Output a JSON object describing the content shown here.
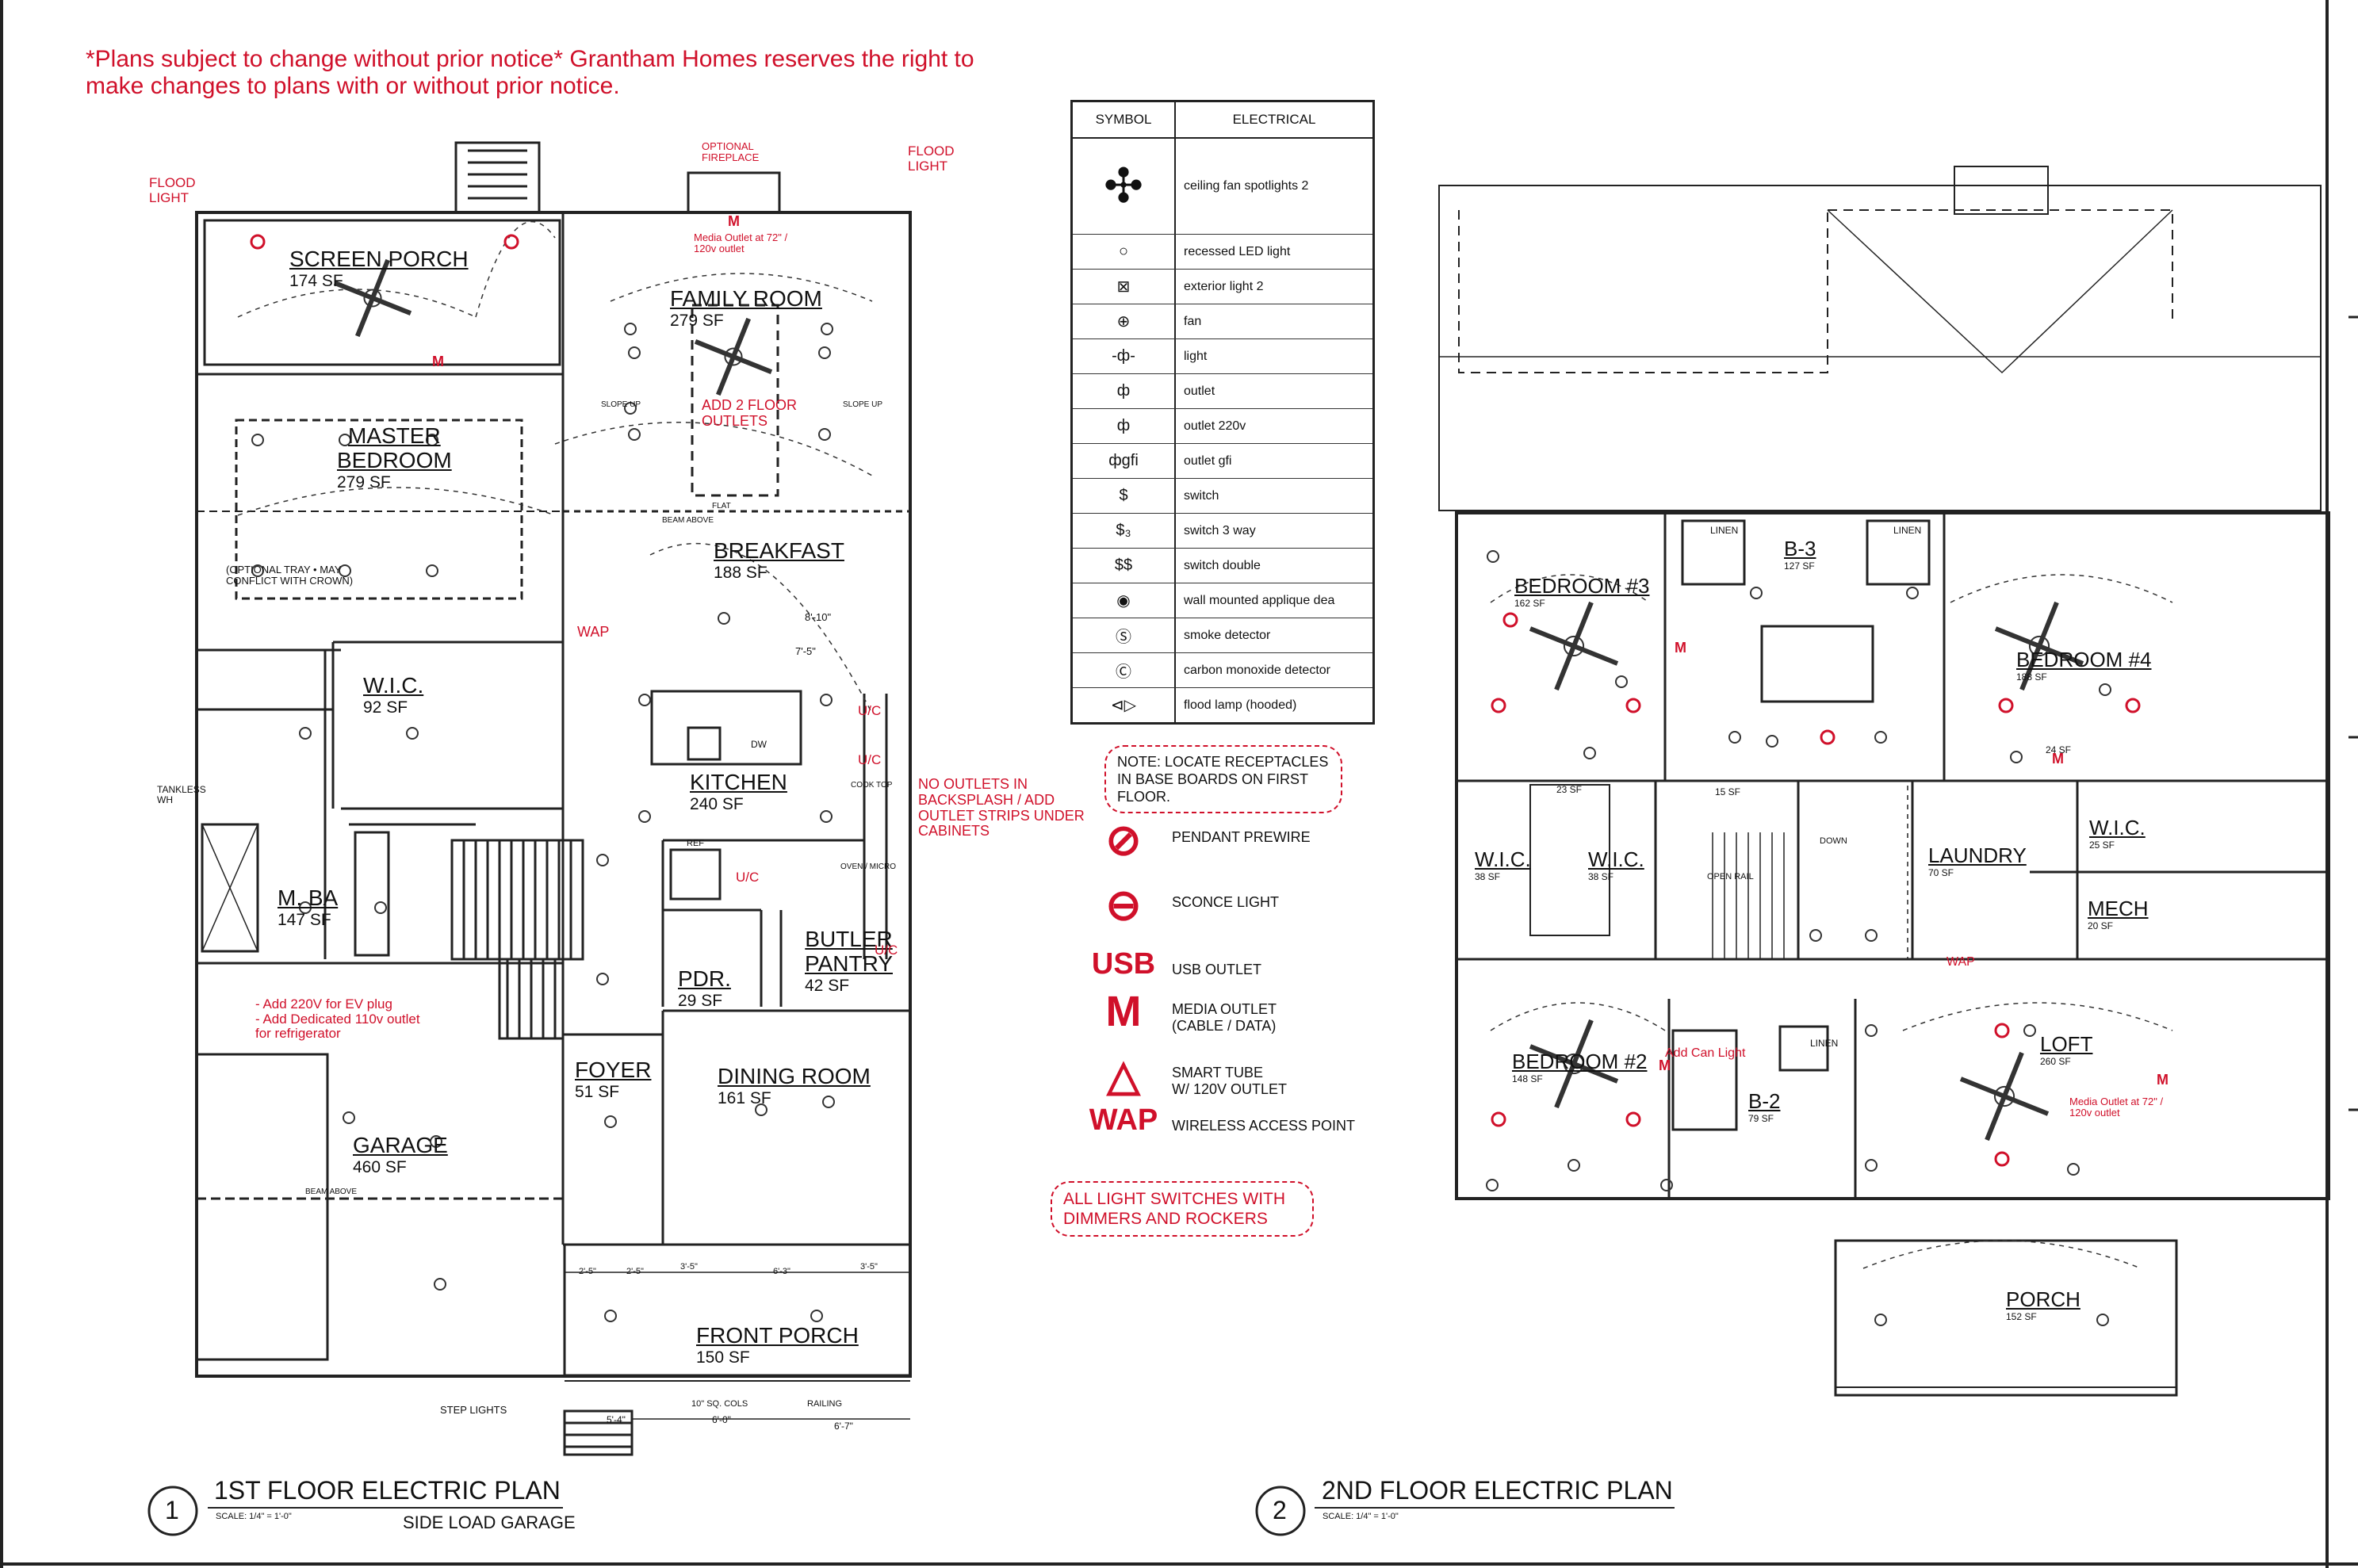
{
  "notice": "*Plans subject to change without prior notice* Grantham Homes reserves the right to make changes to plans with or without prior notice.",
  "legend": {
    "header_symbol": "SYMBOL",
    "header_electrical": "ELECTRICAL",
    "rows": [
      {
        "icon": "ceiling-fan-icon",
        "glyph": "✣",
        "label": "ceiling fan spotlights 2"
      },
      {
        "icon": "recessed-light-icon",
        "glyph": "○",
        "label": "recessed LED light"
      },
      {
        "icon": "exterior-light-icon",
        "glyph": "⊠",
        "label": "exterior light 2"
      },
      {
        "icon": "fan-icon",
        "glyph": "⊕",
        "label": "fan"
      },
      {
        "icon": "light-icon",
        "glyph": "-ф-",
        "label": "light"
      },
      {
        "icon": "outlet-icon",
        "glyph": "ф",
        "label": "outlet"
      },
      {
        "icon": "outlet-220v-icon",
        "glyph": "ф",
        "label": "outlet 220v"
      },
      {
        "icon": "outlet-gfi-icon",
        "glyph": "фgfi",
        "label": "outlet gfi"
      },
      {
        "icon": "switch-icon",
        "glyph": "$",
        "label": "switch"
      },
      {
        "icon": "switch-3way-icon",
        "glyph": "$₃",
        "label": "switch 3 way"
      },
      {
        "icon": "switch-double-icon",
        "glyph": "$$",
        "label": "switch double"
      },
      {
        "icon": "wall-applique-icon",
        "glyph": "◉",
        "label": "wall mounted applique dea"
      },
      {
        "icon": "smoke-detector-icon",
        "glyph": "Ⓢ",
        "label": "smoke detector"
      },
      {
        "icon": "co-detector-icon",
        "glyph": "Ⓒ",
        "label": "carbon monoxide detector"
      },
      {
        "icon": "flood-lamp-icon",
        "glyph": "⊲▷",
        "label": "flood lamp (hooded)"
      }
    ],
    "note": "NOTE: LOCATE RECEPTACLES IN BASE BOARDS ON FIRST FLOOR.",
    "specials": [
      {
        "symbol": "⊘",
        "label": "PENDANT PREWIRE"
      },
      {
        "symbol": "⊖",
        "label": "SCONCE LIGHT"
      },
      {
        "symbol": "USB",
        "label": "USB OUTLET"
      },
      {
        "symbol": "M",
        "label": "MEDIA OUTLET\n(CABLE / DATA)"
      },
      {
        "symbol": "△",
        "label": "SMART TUBE\nW/ 120V OUTLET"
      },
      {
        "symbol": "WAP",
        "label": "WIRELESS ACCESS POINT"
      }
    ],
    "switch_note": "ALL LIGHT SWITCHES WITH DIMMERS AND ROCKERS"
  },
  "floor1": {
    "number": "1",
    "title": "1ST FLOOR ELECTRIC PLAN",
    "scale": "SCALE: 1/4\" = 1'-0\"",
    "subtitle": "SIDE LOAD GARAGE",
    "rooms": [
      {
        "name": "SCREEN PORCH",
        "area": "174 SF"
      },
      {
        "name": "FAMILY ROOM",
        "area": "279 SF"
      },
      {
        "name": "MASTER\nBEDROOM",
        "area": "279 SF"
      },
      {
        "name": "BREAKFAST",
        "area": "188 SF"
      },
      {
        "name": "W.I.C.",
        "area": "92 SF"
      },
      {
        "name": "KITCHEN",
        "area": "240 SF"
      },
      {
        "name": "M. BA",
        "area": "147 SF"
      },
      {
        "name": "BUTLER\nPANTRY",
        "area": "42 SF"
      },
      {
        "name": "PDR.",
        "area": "29 SF"
      },
      {
        "name": "FOYER",
        "area": "51 SF"
      },
      {
        "name": "DINING ROOM",
        "area": "161 SF"
      },
      {
        "name": "GARAGE",
        "area": "460 SF"
      },
      {
        "name": "FRONT PORCH",
        "area": "150 SF"
      }
    ],
    "notes": {
      "flood_light_left": "FLOOD\nLIGHT",
      "flood_light_right": "FLOOD\nLIGHT",
      "optional_fireplace": "OPTIONAL\nFIREPLACE",
      "media_outlet": "Media Outlet at 72\" /\n120v outlet",
      "add_floor_outlets": "ADD 2 FLOOR\nOUTLETS",
      "slope_up_left": "SLOPE UP",
      "slope_up_right": "SLOPE UP",
      "flat": "FLAT",
      "beam_above": "BEAM ABOVE",
      "tray": "(OPTIONAL TRAY • MAY\nCONFLICT WITH CROWN)",
      "wap": "WAP",
      "dim_8_10": "8'-10\"",
      "dim_7_5": "7'-5\"",
      "uc1": "U/C",
      "uc2": "U/C",
      "uc3": "U/C",
      "uc4": "U/C",
      "cook_top": "COOK TOP",
      "oven_micro": "OVEN / MICRO",
      "dw": "DW",
      "ref": "REF",
      "no_outlets": "NO OUTLETS IN\nBACKSPLASH / ADD\nOUTLET STRIPS UNDER\nCABINETS",
      "tankless": "TANKLESS\nWH",
      "garage_notes": "- Add 220V for EV plug\n- Add Dedicated 110v outlet\nfor refrigerator",
      "garage_beam": "BEAM ABOVE",
      "step_lights": "STEP LIGHTS",
      "cols": "10\" SQ. COLS",
      "railing": "RAILING",
      "dim_6_0": "6'-0\"",
      "dim_6_7": "6'-7\"",
      "dim_5_4": "5'-4\"",
      "dim_2_5a": "2'-5\"",
      "dim_2_5b": "2'-5\"",
      "dim_3_5a": "3'-5\"",
      "dim_6_3": "6'-3\"",
      "dim_3_5b": "3'-5\""
    }
  },
  "floor2": {
    "number": "2",
    "title": "2ND FLOOR ELECTRIC PLAN",
    "scale": "SCALE: 1/4\" = 1'-0\"",
    "rooms": [
      {
        "name": "BEDROOM #3",
        "area": "162 SF"
      },
      {
        "name": "B-3",
        "area": "127 SF"
      },
      {
        "name": "BEDROOM #4",
        "area": "188 SF"
      },
      {
        "name": "W.I.C.",
        "area": "38 SF"
      },
      {
        "name": "W.I.C.",
        "area": "38 SF"
      },
      {
        "name": "LAUNDRY",
        "area": "70 SF"
      },
      {
        "name": "W.I.C.",
        "area": "25 SF"
      },
      {
        "name": "MECH",
        "area": "20 SF"
      },
      {
        "name": "BEDROOM #2",
        "area": "148 SF"
      },
      {
        "name": "B-2",
        "area": "79 SF"
      },
      {
        "name": "LOFT",
        "area": "260 SF"
      },
      {
        "name": "PORCH",
        "area": "152 SF"
      }
    ],
    "notes": {
      "linen1": "LINEN",
      "linen2": "LINEN",
      "linen3": "LINEN",
      "area_23": "23 SF",
      "area_15": "15 SF",
      "area_24": "24 SF",
      "down": "DOWN",
      "open_rail": "OPEN RAIL",
      "wap": "WAP",
      "add_can": "Add Can Light",
      "media_outlet": "Media Outlet at 72\" /\n120v outlet"
    }
  }
}
